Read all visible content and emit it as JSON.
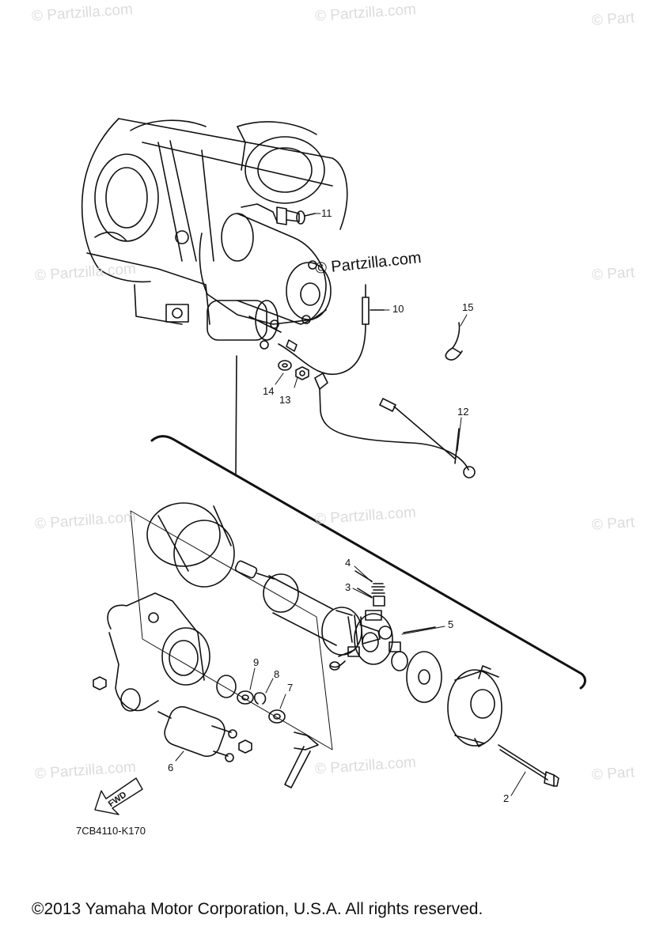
{
  "watermark": {
    "text": "© Partzilla.com",
    "text_partial": "© Part",
    "overlay_text": "© Partzilla.com"
  },
  "callouts": {
    "c2": "2",
    "c3": "3",
    "c4": "4",
    "c5": "5",
    "c6": "6",
    "c7": "7",
    "c8": "8",
    "c9": "9",
    "c10": "10",
    "c11": "11",
    "c12": "12",
    "c13": "13",
    "c14": "14",
    "c15": "15"
  },
  "drawing_code": "7CB4110-K170",
  "fwd_label": "FWD",
  "copyright": "©2013  Yamaha Motor Corporation, U.S.A. All rights reserved."
}
